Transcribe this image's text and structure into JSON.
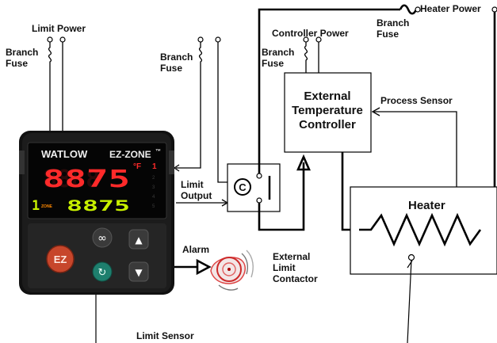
{
  "labels": {
    "limit_power": "Limit Power",
    "branch_fuse_left": [
      "Branch",
      "Fuse"
    ],
    "branch_fuse_mid": [
      "Branch",
      "Fuse"
    ],
    "branch_fuse_ctrl": [
      "Branch",
      "Fuse"
    ],
    "branch_fuse_top": [
      "Branch",
      "Fuse"
    ],
    "heater_power": "Heater Power",
    "controller_power": "Controller Power",
    "ext_controller": [
      "External",
      "Temperature",
      "Controller"
    ],
    "process_sensor": "Process Sensor",
    "limit_output": [
      "Limit",
      "Output"
    ],
    "contactor_symbol": "C",
    "alarm": "Alarm",
    "ext_limit_contactor": [
      "External",
      "Limit",
      "Contactor"
    ],
    "heater": "Heater",
    "limit_sensor": "Limit Sensor"
  },
  "device": {
    "brand": "WATLOW",
    "model": "EZ-ZONE",
    "model_mark": "™",
    "upper_digits": "8875",
    "upper_unit": "°F",
    "upper_channel": "1",
    "lower_zone": "1",
    "lower_zone_text": "ZONE",
    "lower_digits": "8875",
    "ez_button": "EZ",
    "infinity_icon": "∞",
    "up_icon": "▲",
    "down_icon": "▼",
    "cycle_icon": "↻"
  },
  "colors": {
    "red_display": "#ff2a2a",
    "green_display": "#c8f000",
    "device_body": "#1c1c1c",
    "ez_button": "#c7462b",
    "cycle_button": "#1e7f6e"
  }
}
